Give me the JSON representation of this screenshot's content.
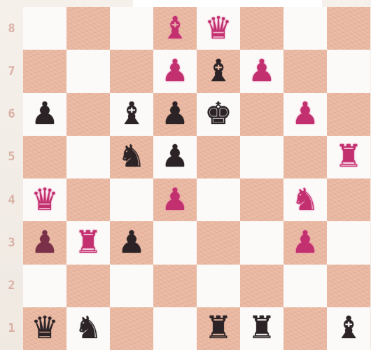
{
  "caption": "",
  "board": {
    "rank_labels": [
      "8",
      "7",
      "6",
      "5",
      "4",
      "3",
      "2",
      "1"
    ],
    "rows": [
      [
        null,
        null,
        null,
        {
          "piece": "bishop",
          "color": "magenta",
          "icon": "bishop-icon"
        },
        {
          "piece": "queen",
          "color": "magenta",
          "icon": "queen-icon"
        },
        null,
        null,
        null
      ],
      [
        null,
        null,
        null,
        {
          "piece": "pawn",
          "color": "magenta",
          "icon": "pawn-icon"
        },
        {
          "piece": "bishop",
          "color": "black",
          "icon": "bishop-icon"
        },
        {
          "piece": "pawn",
          "color": "magenta",
          "icon": "pawn-icon"
        },
        null,
        null
      ],
      [
        {
          "piece": "pawn",
          "color": "black",
          "icon": "pawn-icon"
        },
        null,
        {
          "piece": "bishop",
          "color": "black",
          "icon": "bishop-icon"
        },
        {
          "piece": "pawn",
          "color": "black",
          "icon": "pawn-icon"
        },
        {
          "piece": "king",
          "color": "black",
          "icon": "king-icon"
        },
        null,
        {
          "piece": "pawn",
          "color": "magenta",
          "icon": "pawn-icon"
        },
        null
      ],
      [
        null,
        null,
        {
          "piece": "knight",
          "color": "black",
          "icon": "knight-icon"
        },
        {
          "piece": "pawn",
          "color": "black",
          "icon": "pawn-icon"
        },
        null,
        null,
        null,
        {
          "piece": "rook",
          "color": "magenta",
          "icon": "rook-icon"
        }
      ],
      [
        {
          "piece": "queen",
          "color": "magenta",
          "icon": "queen-icon"
        },
        null,
        null,
        {
          "piece": "pawn",
          "color": "magenta",
          "icon": "pawn-icon"
        },
        null,
        null,
        {
          "piece": "knight",
          "color": "magenta",
          "icon": "knight-icon"
        },
        null
      ],
      [
        {
          "piece": "pawn",
          "color": "plum",
          "icon": "pawn-icon"
        },
        {
          "piece": "rook",
          "color": "magenta",
          "icon": "rook-icon"
        },
        {
          "piece": "pawn",
          "color": "black",
          "icon": "pawn-icon"
        },
        null,
        null,
        null,
        {
          "piece": "pawn",
          "color": "magenta",
          "icon": "pawn-icon"
        },
        null
      ],
      [
        null,
        null,
        null,
        null,
        null,
        null,
        null,
        null
      ],
      [
        {
          "piece": "queen",
          "color": "black",
          "icon": "queen-icon"
        },
        {
          "piece": "knight",
          "color": "black",
          "icon": "knight-icon"
        },
        null,
        null,
        {
          "piece": "rook",
          "color": "black",
          "icon": "rook-icon"
        },
        {
          "piece": "rook",
          "color": "black",
          "icon": "rook-icon"
        },
        null,
        {
          "piece": "bishop",
          "color": "black",
          "icon": "bishop-icon"
        }
      ]
    ]
  },
  "colors": {
    "light_square": "#fbfaf9",
    "dark_square": "#e9b7a0",
    "black_piece": "#2b2326",
    "magenta_piece": "#c2306f",
    "plum_piece": "#7a3048",
    "rank_label": "#d9b0a4"
  }
}
